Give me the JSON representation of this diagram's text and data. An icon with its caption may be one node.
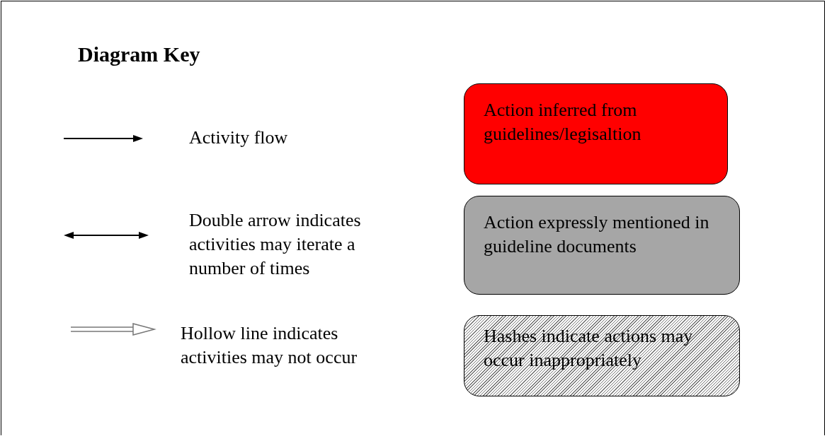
{
  "diagram": {
    "title": "Diagram Key",
    "nodes": [
      {
        "text": [
          "Action inferred from guidelines/legisaltion"
        ]
      },
      {
        "text": [
          "Action expressly mentioned in guideline documents"
        ]
      },
      {
        "text": [
          "Hashes indicate actions may occur inappropriately"
        ]
      }
    ],
    "legend": [
      {
        "text": "Activity flow"
      },
      {
        "text": "Double arrow indicates activities may iterate a number of times"
      },
      {
        "text": "Hollow line indicates activities may not occur"
      }
    ]
  }
}
